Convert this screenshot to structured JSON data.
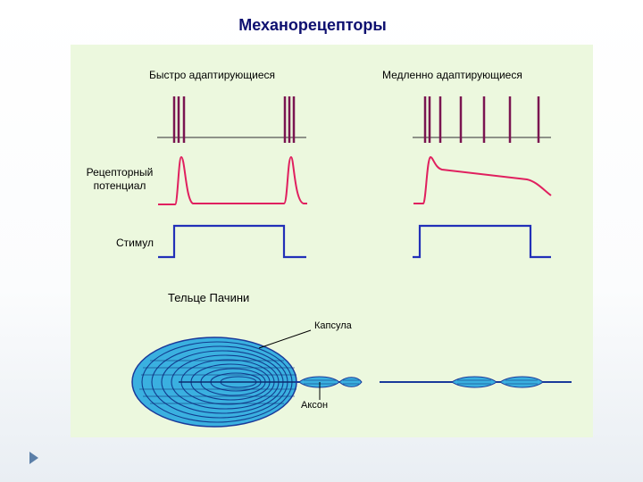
{
  "title": "Механорецепторы",
  "columns": {
    "fast": "Быстро адаптирующиеся",
    "slow": "Медленно адаптирующиеся"
  },
  "rows": {
    "receptor_potential_line1": "Рецепторный",
    "receptor_potential_line2": "потенциал",
    "stimulus": "Стимул"
  },
  "pacinian": {
    "title": "Тельце Пачини",
    "capsule": "Капсула",
    "axon": "Аксон"
  },
  "colors": {
    "spikes": "#7a1551",
    "potential": "#e0205f",
    "stimulus": "#2230b8",
    "baseline": "#4a4a4a",
    "capsule_fill": "#3ab0e0",
    "capsule_stroke": "#1a3a9a",
    "panel_bg": "#ecf8de",
    "title": "#0e1070"
  },
  "icons": {
    "nav": "play-arrow-icon"
  }
}
